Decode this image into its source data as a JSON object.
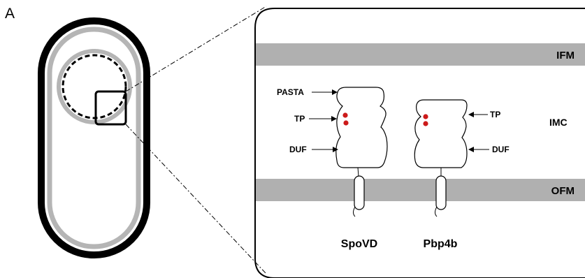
{
  "panel_label": "A",
  "membranes": {
    "top": "IFM",
    "bottom": "OFM"
  },
  "compartment": "IMC",
  "proteins": [
    {
      "name": "SpoVD",
      "domain_labels": [
        "PASTA",
        "TP",
        "DUF"
      ]
    },
    {
      "name": "Pbp4b",
      "domain_labels": [
        "TP",
        "DUF"
      ]
    }
  ],
  "colors": {
    "membrane": "#b0b0b0",
    "cell_outer": "#000000",
    "cell_inner": "#b5b5b5",
    "active_site": "#cc1a1a",
    "line": "#000000"
  }
}
